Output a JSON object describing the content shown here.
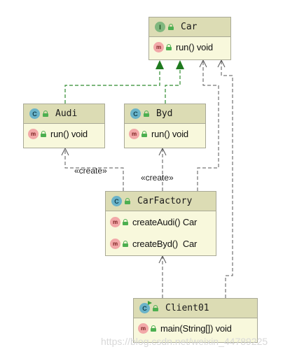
{
  "classes": {
    "car": {
      "kind": "I",
      "name": "Car",
      "methods": [
        "run() void"
      ]
    },
    "audi": {
      "kind": "C",
      "name": "Audi",
      "methods": [
        "run() void"
      ]
    },
    "byd": {
      "kind": "C",
      "name": "Byd",
      "methods": [
        "run() void"
      ]
    },
    "carfactory": {
      "kind": "C",
      "name": "CarFactory",
      "methods": [
        "createAudi() Car",
        "createByd()  Car"
      ]
    },
    "client01": {
      "kind": "C",
      "name": "Client01",
      "methods": [
        "main(String[]) void"
      ]
    }
  },
  "method_badge": "m",
  "stereotypes": {
    "audi_create": "«create»",
    "byd_create": "«create»"
  },
  "watermark": "https://blog.csdn.net/weixin_44789225",
  "colors": {
    "box_fill": "#f8f8dc",
    "header_fill": "#dcdcb4",
    "border": "#a9a996",
    "realization": "#2e8b2e",
    "dependency": "#555555"
  }
}
